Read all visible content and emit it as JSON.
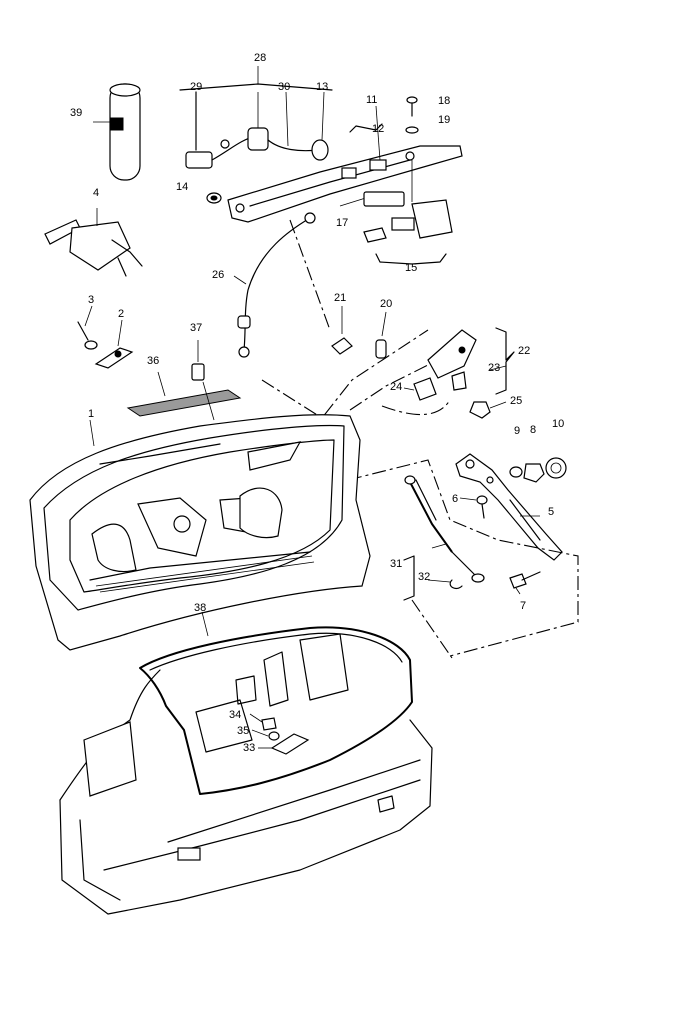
{
  "diagram": {
    "callouts": [
      "1",
      "2",
      "3",
      "4",
      "5",
      "6",
      "7",
      "8",
      "9",
      "10",
      "11",
      "12",
      "13",
      "14",
      "15",
      "17",
      "18",
      "19",
      "20",
      "21",
      "22",
      "23",
      "24",
      "25",
      "26",
      "28",
      "29",
      "30",
      "31",
      "32",
      "33",
      "34",
      "35",
      "36",
      "37",
      "38",
      "39"
    ]
  }
}
